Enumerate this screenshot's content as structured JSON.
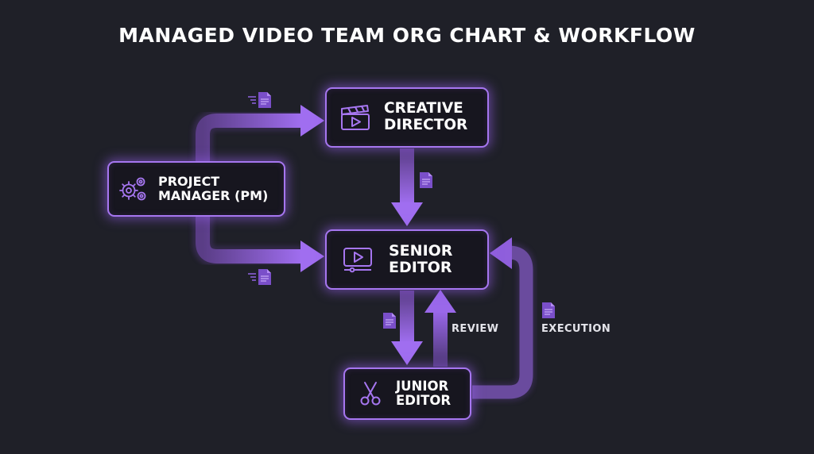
{
  "title": "MANAGED VIDEO TEAM ORG CHART & WORKFLOW",
  "nodes": {
    "creative_director": {
      "line1": "CREATIVE",
      "line2": "DIRECTOR",
      "icon": "clapperboard-icon"
    },
    "project_manager": {
      "line1": "PROJECT",
      "line2": "MANAGER (PM)",
      "icon": "gears-icon"
    },
    "senior_editor": {
      "line1": "SENIOR",
      "line2": "EDITOR",
      "icon": "video-player-icon"
    },
    "junior_editor": {
      "line1": "JUNIOR",
      "line2": "EDITOR",
      "icon": "scissors-icon"
    }
  },
  "edge_labels": {
    "review": "REVIEW",
    "execution": "EXECUTION"
  },
  "colors": {
    "background": "#1f2028",
    "accent": "#a676f0",
    "arrow": "#8f5fdc",
    "text": "#ffffff"
  }
}
